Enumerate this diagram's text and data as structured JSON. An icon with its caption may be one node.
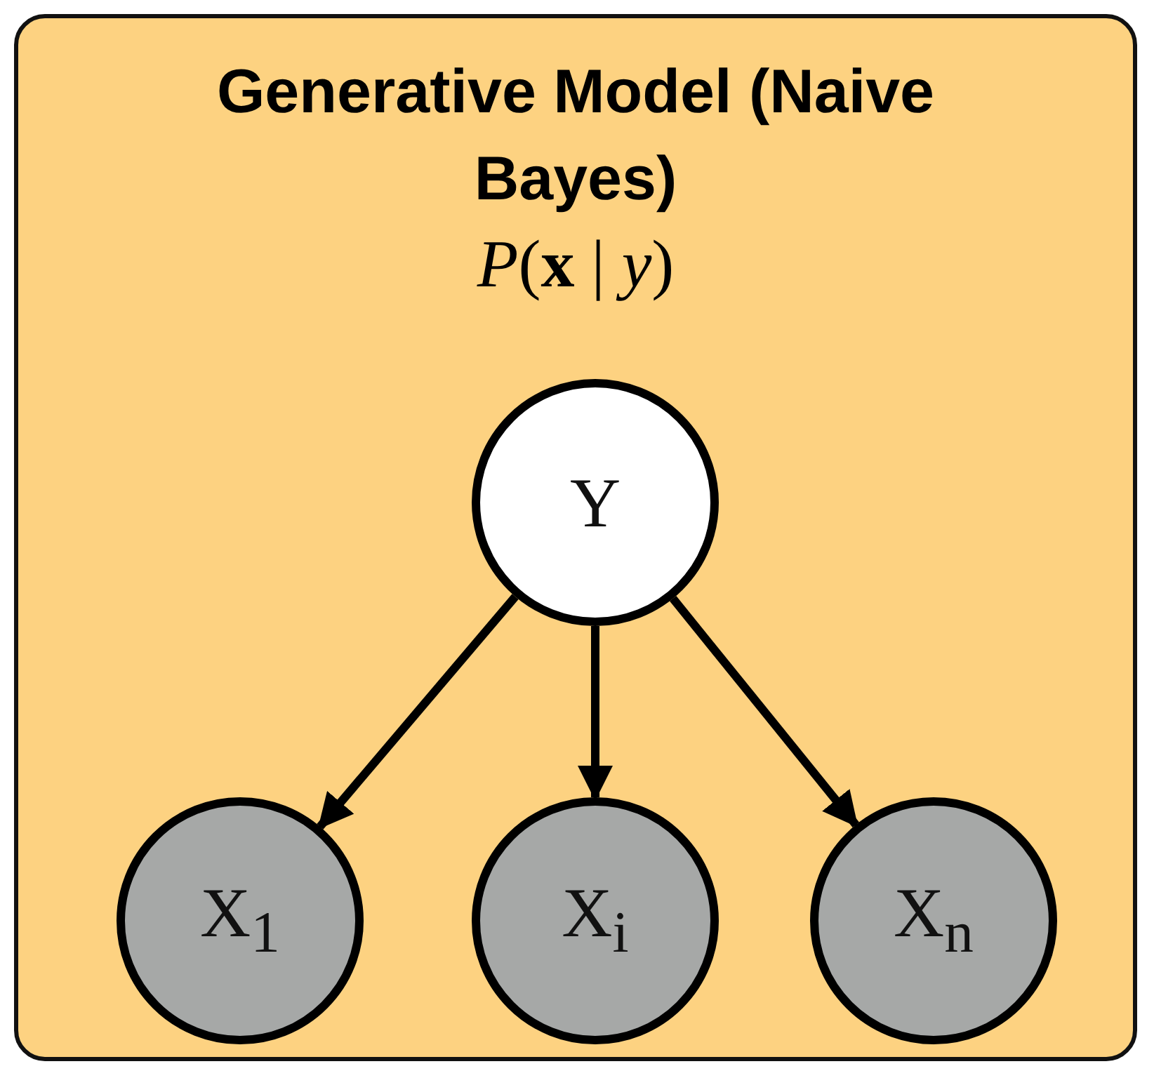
{
  "diagram": {
    "nodes": [
      {
        "text": [
          "Generative Model (Naive Bayes)",
          "*P*(**x** | *y*)"
        ]
      },
      {
        "text": [
          "Y"
        ],
        "in": 0
      },
      {
        "text": [
          "X$_{1}$"
        ],
        "in": 0
      },
      {
        "text": [
          "X$_{i}$"
        ],
        "in": 0
      },
      {
        "text": [
          "X$_{n}$"
        ],
        "in": 0
      }
    ],
    "edges": [
      {
        "from": 1,
        "to": 2,
        "arrow": "to"
      },
      {
        "from": 1,
        "to": 3,
        "arrow": "to"
      },
      {
        "from": 1,
        "to": 4,
        "arrow": "to"
      }
    ]
  }
}
